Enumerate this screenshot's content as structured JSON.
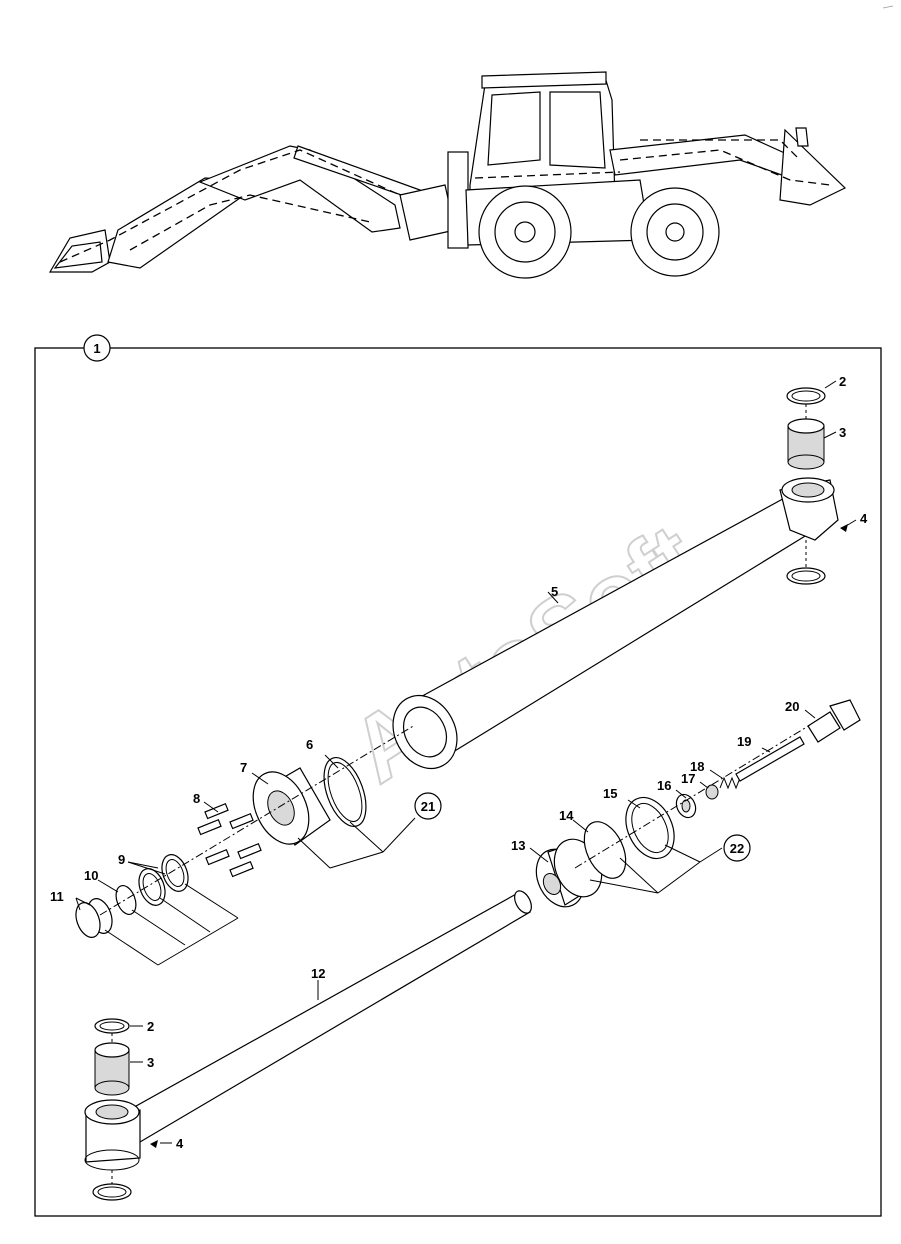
{
  "frame": {
    "callout": "1"
  },
  "watermark": "AutoSoft",
  "callouts": {
    "c2a": "2",
    "c3a": "3",
    "c4a": "4",
    "c5": "5",
    "c6": "6",
    "c7": "7",
    "c8": "8",
    "c9": "9",
    "c10": "10",
    "c11": "11",
    "c12": "12",
    "c13": "13",
    "c14": "14",
    "c15": "15",
    "c16": "16",
    "c17": "17",
    "c18": "18",
    "c19": "19",
    "c20": "20",
    "c21": "21",
    "c22": "22",
    "c2b": "2",
    "c3b": "3",
    "c4b": "4"
  },
  "icons": [
    "backhoe-loader-illustration",
    "hydraulic-cylinder-exploded-view"
  ]
}
